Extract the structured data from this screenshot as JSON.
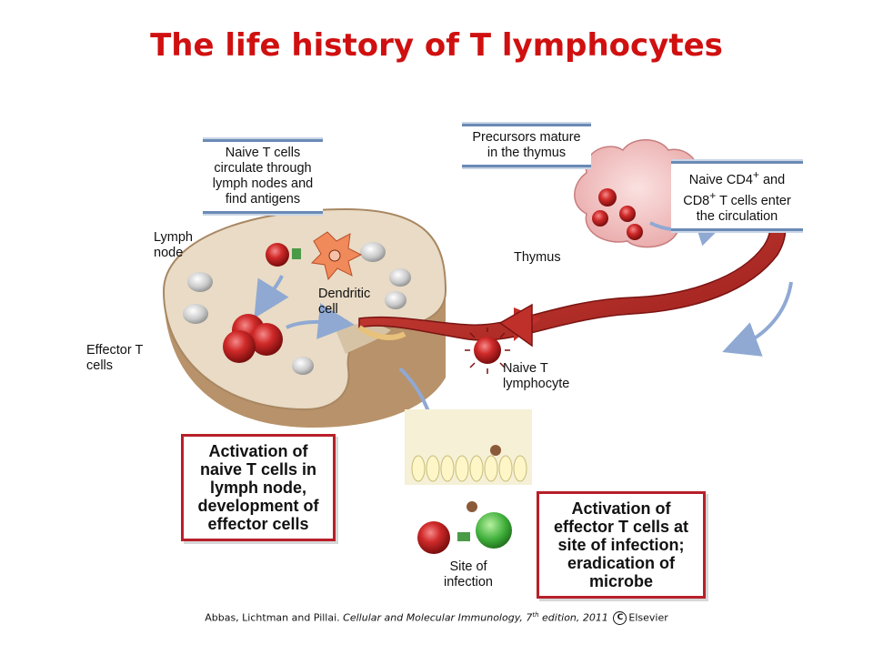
{
  "title": "The life history of T lymphocytes",
  "labels": {
    "naive_circulate": "Naive T cells circulate through lymph nodes and find antigens",
    "precursors": "Precursors mature in the thymus",
    "naive_cd_line1_a": "Naive CD4",
    "naive_cd_line1_b": " and",
    "naive_cd_line2_a": "CD8",
    "naive_cd_line2_b": " T cells enter",
    "naive_cd_line3": "the circulation",
    "plus": "+",
    "lymph_node": "Lymph node",
    "dendritic_cell": "Dendritic cell",
    "thymus": "Thymus",
    "effector_t_cells": "Effector T cells",
    "naive_t_lymphocyte": "Naive T lymphocyte",
    "site_of_infection": "Site of infection"
  },
  "boxes": {
    "activation_naive": "Activation of naive T cells in lymph node, development of effector cells",
    "activation_effector": "Activation of effector T cells at site of infection; eradication of microbe"
  },
  "credit": {
    "authors": "Abbas, Lichtman and Pillai. ",
    "book": "Cellular and Molecular Immunology, 7",
    "sup": "th",
    "edition": " edition, 2011",
    "copyright": "C",
    "publisher": "Elsevier"
  },
  "colors": {
    "title": "#d01010",
    "box_border": "#b8202a",
    "caption_rule": "#6b8ab5",
    "arrow": "#8fa9d3",
    "cell": "#c8202a",
    "vessel": "#b82e2a",
    "lymph_tissue": "#e7d6bd"
  }
}
